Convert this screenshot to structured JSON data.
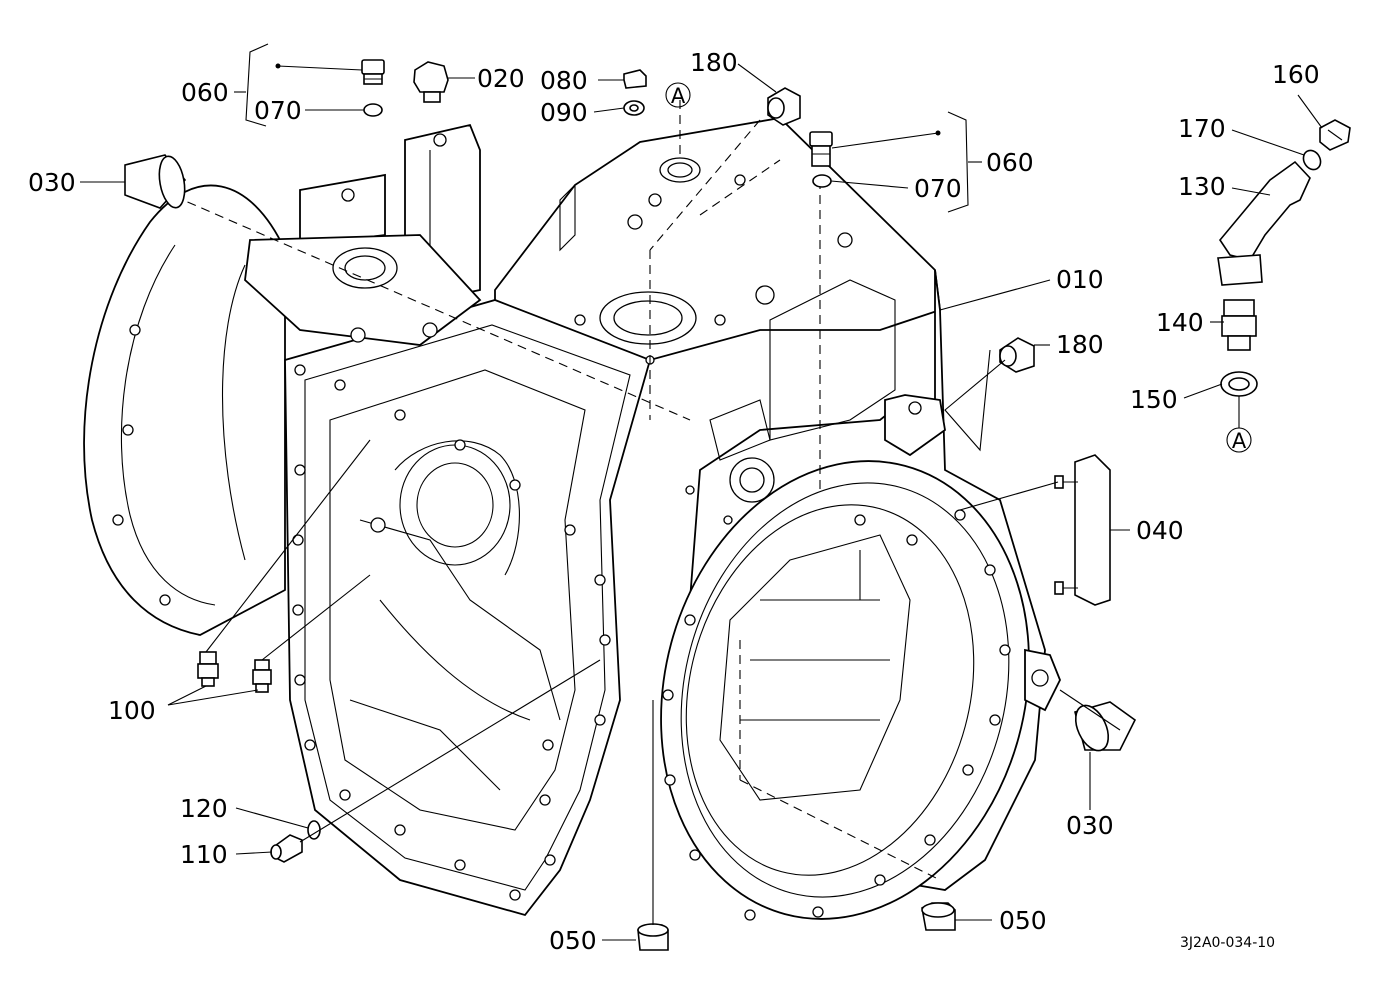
{
  "diagram": {
    "drawing_code": "3J2A0-034-10",
    "callouts": {
      "c060_left": "060",
      "c070_left": "070",
      "c020": "020",
      "c080": "080",
      "c090": "090",
      "c180_top": "180",
      "c060_right": "060",
      "c070_right": "070",
      "c030_left": "030",
      "c010": "010",
      "c180_right": "180",
      "c040": "040",
      "c100": "100",
      "c120": "120",
      "c110": "110",
      "c050_bottom": "050",
      "c050_right": "050",
      "c030_right": "030",
      "c160": "160",
      "c170": "170",
      "c130": "130",
      "c140": "140",
      "c150": "150"
    },
    "reference_marks": {
      "a_top": "A",
      "a_right": "A"
    }
  }
}
